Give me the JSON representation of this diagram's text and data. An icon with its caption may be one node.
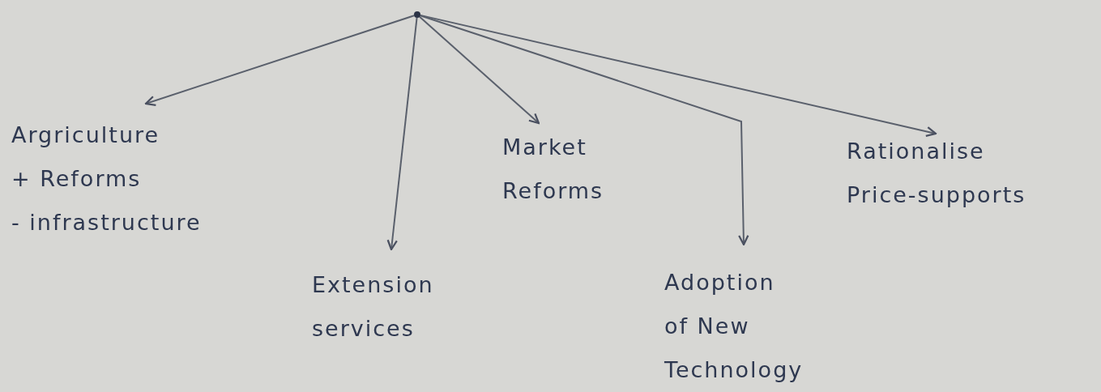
{
  "diagram": {
    "nodes": [
      {
        "text": [],
        "shape": "circle"
      },
      {
        "text": [
          "Argriculture",
          "+ Reforms",
          "- infrastructure"
        ]
      },
      {
        "text": [
          "Extension services"
        ]
      },
      {
        "text": [
          "Market Reforms"
        ]
      },
      {
        "text": [
          "Adoption of New Technology"
        ]
      },
      {
        "text": [
          "Rationalise Price-supports"
        ]
      }
    ],
    "edges": [
      {
        "from": 0,
        "to": 1,
        "arrow": "to"
      },
      {
        "from": 0,
        "to": 2,
        "arrow": "to"
      },
      {
        "from": 0,
        "to": 3,
        "arrow": "to"
      },
      {
        "from": 0,
        "to": 4,
        "arrow": "to"
      },
      {
        "from": 0,
        "to": 5,
        "arrow": "to"
      }
    ]
  }
}
